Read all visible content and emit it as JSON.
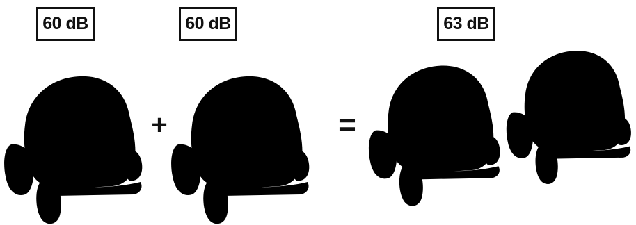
{
  "labels": {
    "car_1": "60 dB",
    "car_2": "60 dB",
    "car_pair": "63 dB"
  },
  "operators": {
    "plus": "+",
    "equals": "="
  },
  "cars": [
    {
      "group": "left",
      "icon": "car-icon"
    },
    {
      "group": "middle",
      "icon": "car-icon"
    },
    {
      "group": "right-back",
      "icon": "car-icon"
    },
    {
      "group": "right-front",
      "icon": "car-icon"
    }
  ]
}
